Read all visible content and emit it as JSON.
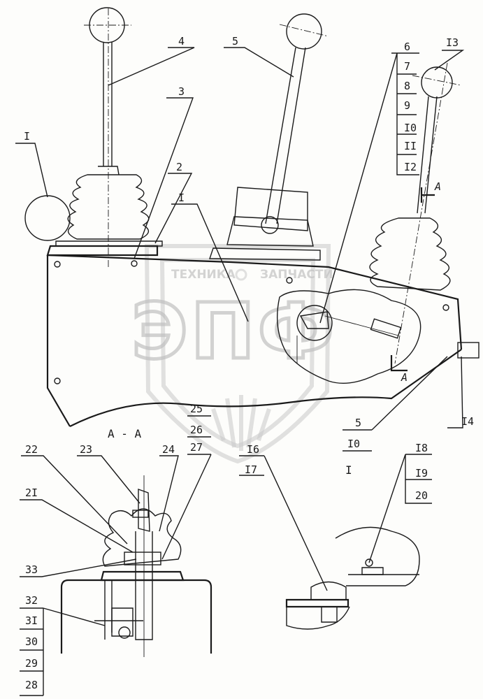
{
  "watermark": {
    "left_text": "ТЕХНИКА",
    "right_text": "ЗАПЧАСТИ",
    "logo_text": "ЭПФ"
  },
  "section_title": "A - A",
  "detail_title": "I",
  "section_arrow_label": "A",
  "callouts": {
    "c1_left": "I",
    "c1_center": "I",
    "c2": "2",
    "c3": "3",
    "c4": "4",
    "c5_top": "5",
    "c5_bottom": "5",
    "c6": "6",
    "c7": "7",
    "c8": "8",
    "c9": "9",
    "c10_top": "I0",
    "c10_bottom": "I0",
    "c11": "II",
    "c12": "I2",
    "c13": "I3",
    "c14": "I4",
    "c16": "I6",
    "c17": "I7",
    "c18": "I8",
    "c19": "I9",
    "c20": "20",
    "c21": "2I",
    "c22": "22",
    "c23": "23",
    "c24": "24",
    "c25": "25",
    "c26": "26",
    "c27": "27",
    "c28": "28",
    "c29": "29",
    "c30": "30",
    "c31": "3I",
    "c32": "32",
    "c33": "33"
  }
}
